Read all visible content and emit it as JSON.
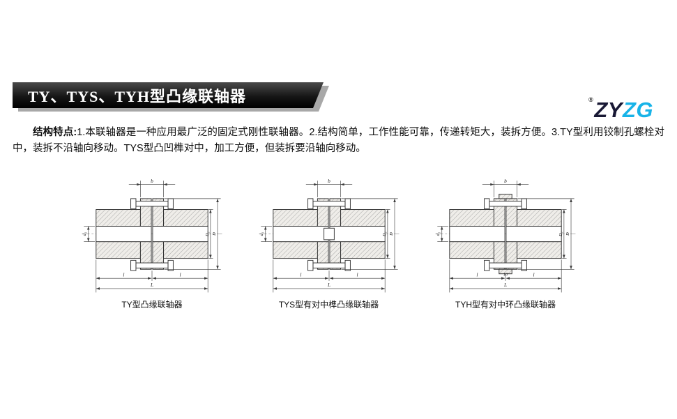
{
  "logo": {
    "registered": "®",
    "text_primary": "ZY",
    "text_secondary": "ZG"
  },
  "banner": {
    "title": "TY、TYS、TYH型凸缘联轴器"
  },
  "intro": {
    "label": "结构特点:",
    "body": "1.本联轴器是一种应用最广泛的固定式刚性联轴器。2.结构简单，工作性能可靠，传递转矩大，装拆方便。3.TY型利用铰制孔螺栓对中，装拆不沿轴向移动。TYS型凸凹榫对中，加工方便，但装拆要沿轴向移动。"
  },
  "figures": [
    {
      "caption": "TY型凸缘联轴器",
      "dims": {
        "top": "b",
        "left": "d₁",
        "right_inner": "D₁",
        "right_outer": "D",
        "bottom_left": "l",
        "bottom_center": "",
        "bottom_right": "l",
        "bottom_total": "L"
      }
    },
    {
      "caption": "TYS型有对中榫凸缘联轴器",
      "dims": {
        "top": "b",
        "left": "d₁",
        "right_inner": "D₁",
        "right_outer": "D",
        "bottom_left": "l",
        "bottom_center": "",
        "bottom_right": "l",
        "bottom_total": "L"
      }
    },
    {
      "caption": "TYH型有对中环凸缘联轴器",
      "dims": {
        "top": "b",
        "left": "d₁",
        "right_inner": "D₁",
        "right_outer": "D",
        "bottom_left": "l",
        "bottom_center": "10",
        "bottom_right": "l",
        "bottom_total": "L"
      }
    }
  ],
  "colors": {
    "logo_primary": "#191935",
    "logo_accent": "#17b3e8",
    "banner_bg": "#161616",
    "banner_shadow": "#a8a8a8"
  }
}
